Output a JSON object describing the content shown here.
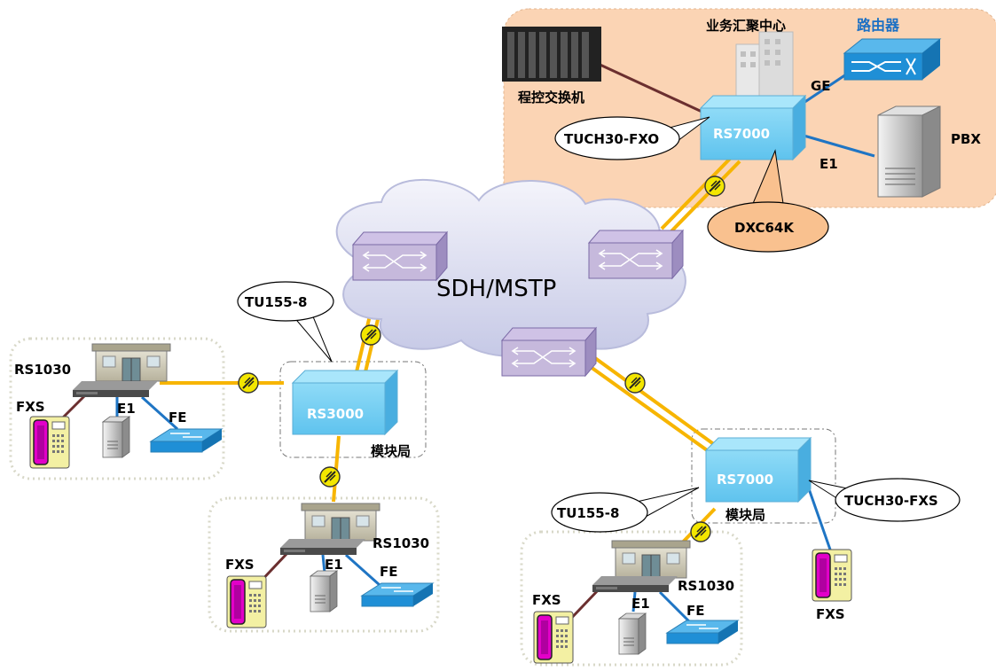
{
  "diagram": {
    "cloud_label": "SDH/MSTP",
    "center": {
      "title": "业务汇聚中心",
      "router": "路由器",
      "pbx": "PBX",
      "switch": "程控交换机",
      "link_ge": "GE",
      "link_e1": "E1",
      "device": "RS7000",
      "callout_fxo": "TUCH30-FXO",
      "callout_dxc": "DXC64K"
    },
    "left_module": {
      "device": "RS3000",
      "group": "模块局",
      "callout": "TU155-8"
    },
    "right_module": {
      "device": "RS7000",
      "group": "模块局",
      "callout_left": "TU155-8",
      "callout_right": "TUCH30-FXS",
      "fxs": "FXS"
    },
    "site_left": {
      "device": "RS1030",
      "fxs": "FXS",
      "e1": "E1",
      "fe": "FE"
    },
    "site_middle": {
      "device": "RS1030",
      "fxs": "FXS",
      "e1": "E1",
      "fe": "FE"
    },
    "site_right": {
      "device": "RS1030",
      "fxs": "FXS",
      "e1": "E1",
      "fe": "FE"
    },
    "colors": {
      "center_bg": "#fbd4b4",
      "box_blue": "#7fd3f5",
      "link_yellow": "#f7b500",
      "link_blue": "#1f75c4",
      "link_dark": "#6b2f2f",
      "callout_orange": "#f9c18f"
    }
  }
}
